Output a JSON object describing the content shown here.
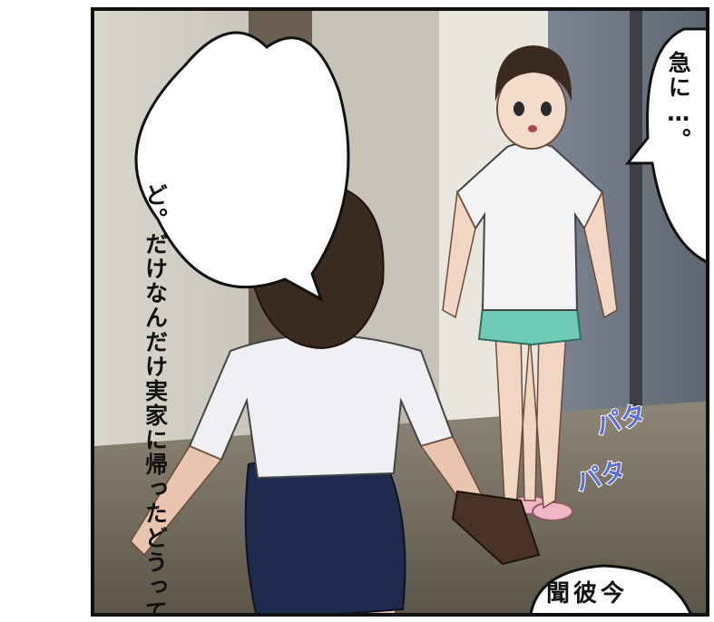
{
  "balloons": {
    "left": {
      "lines": [
        "どうって…",
        "実家に帰った",
        "だけなんだけ",
        "ど。"
      ]
    },
    "right": {
      "text": "急に…。"
    },
    "bottom": {
      "text": "聞彼今"
    }
  },
  "sound_effects": [
    "パタ",
    "パタ"
  ],
  "colors": {
    "shirt": "#f2f3f4",
    "skirt": "#1f2a4e",
    "shorts": "#6fcbb6",
    "slippers": "#f1b5c6",
    "hair": "#3b2a1f",
    "sfx": "#5b6fd6"
  }
}
